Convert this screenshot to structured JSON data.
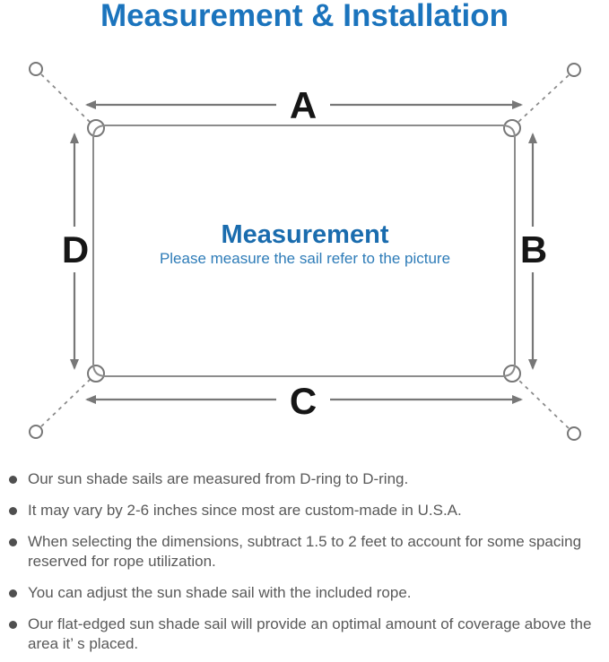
{
  "title": "Measurement & Installation",
  "diagram": {
    "center_title": "Measurement",
    "center_subtitle": "Please measure the sail refer to the picture",
    "side_labels": {
      "top": "A",
      "right": "B",
      "bottom": "C",
      "left": "D"
    }
  },
  "notes": {
    "items": [
      "Our sun shade sails are measured from D-ring to D-ring.",
      "It may vary by 2-6 inches since most are custom-made in U.S.A.",
      "When selecting the dimensions, subtract 1.5 to 2 feet to account for some spacing reserved for rope utilization.",
      "You can adjust the sun shade sail with the included rope.",
      "Our flat-edged sun shade sail will provide an optimal amount of coverage above the area it’ s placed."
    ]
  },
  "colors": {
    "accent_blue": "#1b74bd",
    "center_title_blue": "#1a6cae",
    "subtitle_blue": "#2e7cb8",
    "line_gray": "#777777",
    "label_black": "#161616",
    "note_gray": "#595959"
  }
}
